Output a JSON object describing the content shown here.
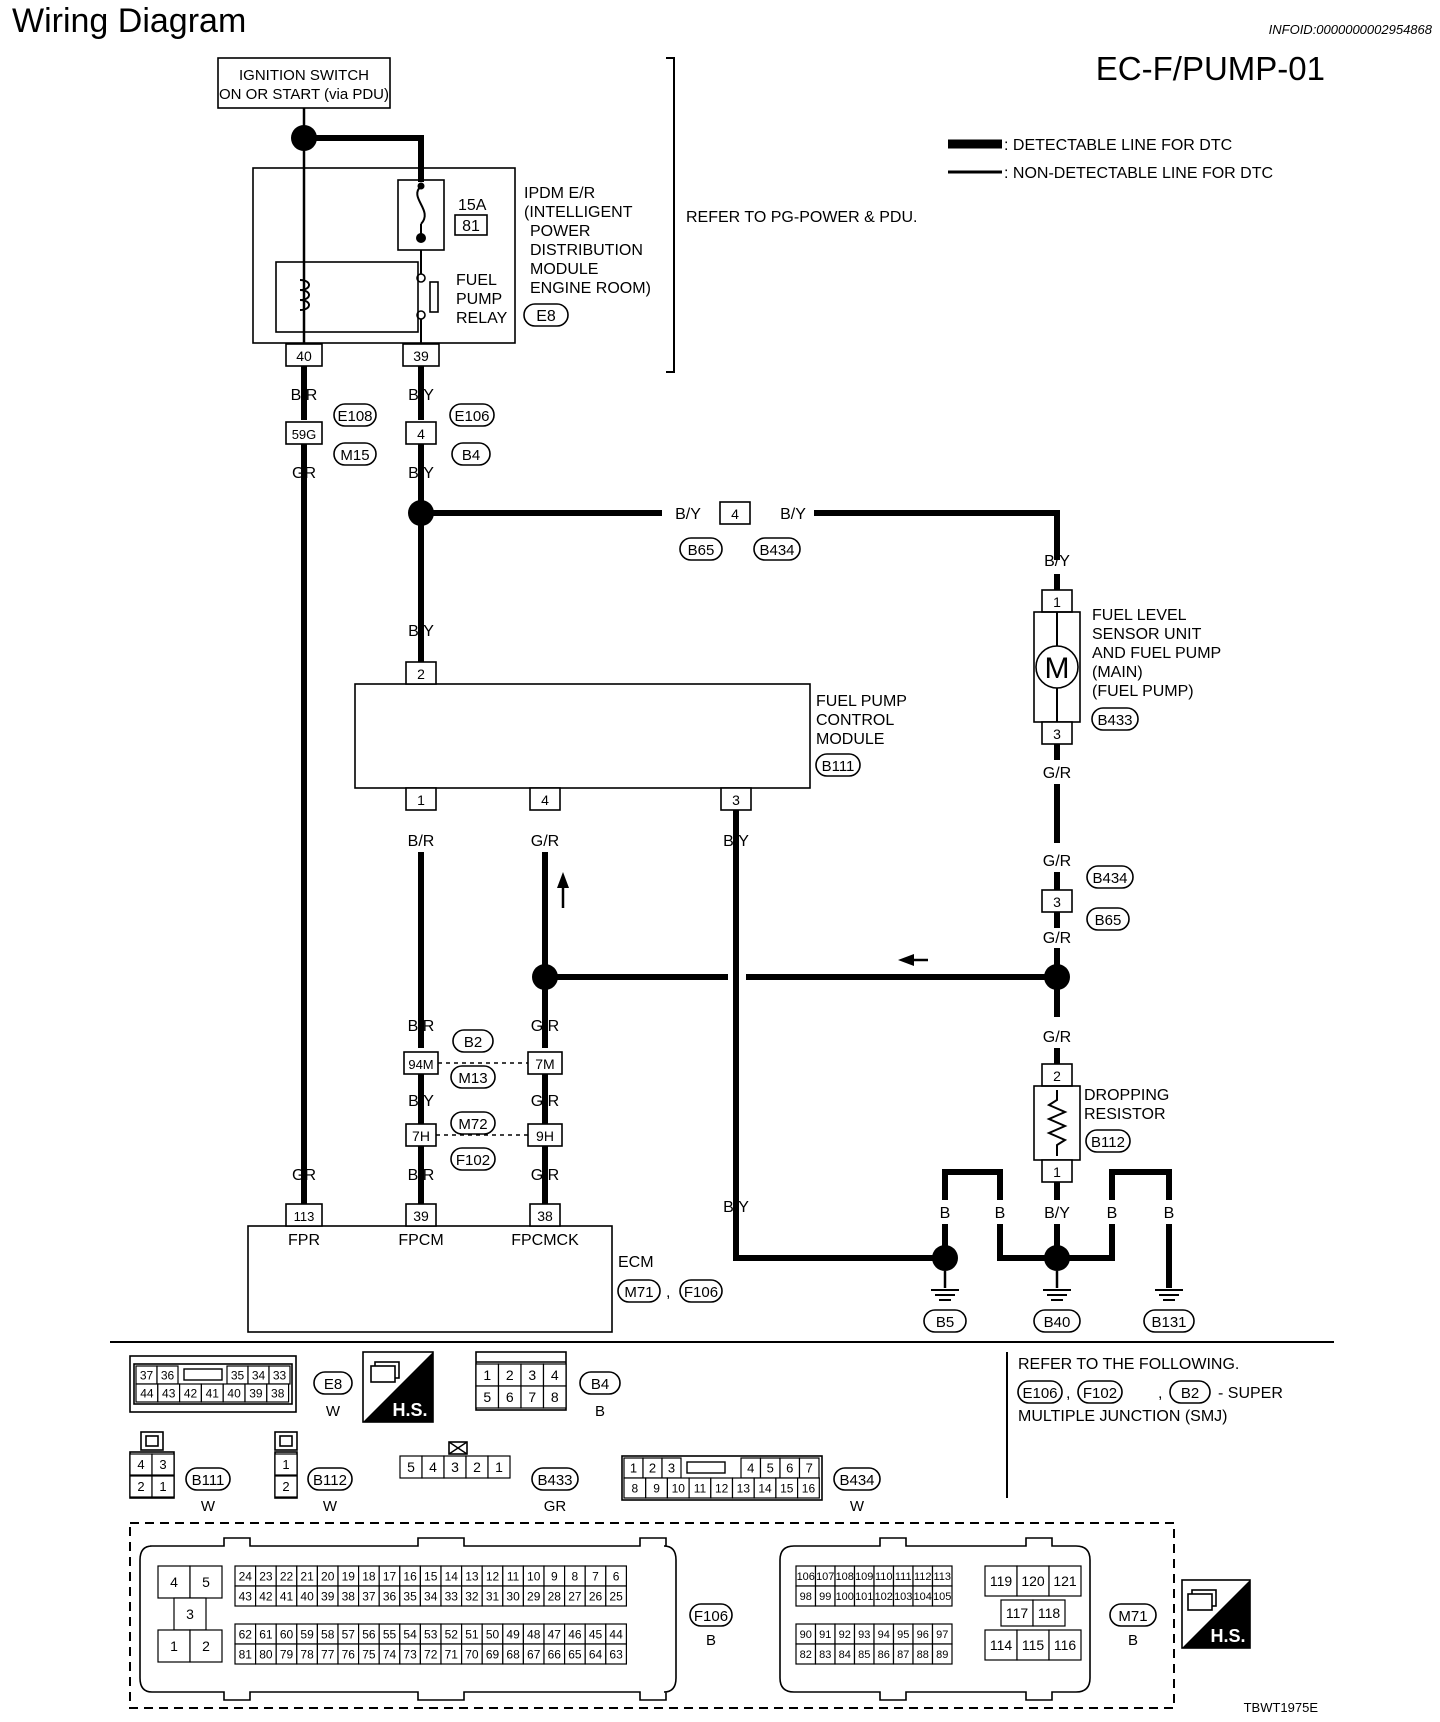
{
  "header": {
    "title": "Wiring Diagram",
    "info_id": "INFOID:0000000002954868",
    "diagram_code": "EC-F/PUMP-01",
    "legend": {
      "detectable": ": DETECTABLE LINE FOR DTC",
      "non_detectable": ": NON-DETECTABLE LINE FOR DTC"
    },
    "footer_code": "TBWT1975E"
  },
  "ignition": {
    "line1": "IGNITION SWITCH",
    "line2": "ON OR START (via PDU)"
  },
  "ipdm": {
    "lines": [
      "IPDM E/R",
      "(INTELLIGENT",
      "POWER",
      "DISTRIBUTION",
      "MODULE",
      "ENGINE ROOM)"
    ],
    "connector": "E8",
    "fuse_amp": "15A",
    "fuse_num": "81",
    "relay_lines": [
      "FUEL",
      "PUMP",
      "RELAY"
    ],
    "pin_left": "40",
    "pin_right": "39",
    "refer": "REFER TO PG-POWER & PDU."
  },
  "wires": {
    "br": "B/R",
    "by": "B/Y",
    "gr_wire": "GR",
    "g_r": "G/R",
    "b": "B"
  },
  "joints": {
    "e108": "E108",
    "m15": "M15",
    "pin_59g": "59G",
    "e106": "E106",
    "b4": "B4",
    "pin_4": "4",
    "b65": "B65",
    "b434": "B434",
    "pin_3": "3",
    "b2": "B2",
    "m13": "M13",
    "pin_94m": "94M",
    "pin_7m": "7M",
    "m72": "M72",
    "f102": "F102",
    "pin_7h": "7H",
    "pin_9h": "9H"
  },
  "fpcm": {
    "lines": [
      "FUEL PUMP",
      "CONTROL",
      "MODULE"
    ],
    "connector": "B111",
    "pin_top": "2",
    "pin1": "1",
    "pin4": "4",
    "pin3": "3"
  },
  "fuel_pump": {
    "lines": [
      "FUEL LEVEL",
      "SENSOR UNIT",
      "AND FUEL PUMP",
      "(MAIN)",
      "(FUEL PUMP)"
    ],
    "connector": "B433",
    "motor": "M",
    "pin_top": "1",
    "pin_bot": "3"
  },
  "resistor": {
    "lines": [
      "DROPPING",
      "RESISTOR"
    ],
    "connector": "B112",
    "pin_top": "2",
    "pin_bot": "1"
  },
  "ecm": {
    "label": "ECM",
    "conn1": "M71",
    "conn2": "F106",
    "sep": ",",
    "pins": [
      {
        "num": "113",
        "name": "FPR"
      },
      {
        "num": "39",
        "name": "FPCM"
      },
      {
        "num": "38",
        "name": "FPCMCK"
      }
    ]
  },
  "grounds": [
    "B5",
    "B40",
    "B131"
  ],
  "connectors": {
    "e8": {
      "id": "E8",
      "color": "W",
      "top": [
        "37",
        "36",
        "35",
        "34",
        "33"
      ],
      "bottom": [
        "44",
        "43",
        "42",
        "41",
        "40",
        "39",
        "38"
      ]
    },
    "hs": "H.S.",
    "b4": {
      "id": "B4",
      "color": "B",
      "top": [
        "1",
        "2",
        "3",
        "4"
      ],
      "bottom": [
        "5",
        "6",
        "7",
        "8"
      ]
    },
    "b111": {
      "id": "B111",
      "color": "W",
      "top": [
        "4",
        "3"
      ],
      "bottom": [
        "2",
        "1"
      ]
    },
    "b112": {
      "id": "B112",
      "color": "W",
      "pins": [
        "1",
        "2"
      ]
    },
    "b433": {
      "id": "B433",
      "color": "GR",
      "pins": [
        "5",
        "4",
        "3",
        "2",
        "1"
      ]
    },
    "b434": {
      "id": "B434",
      "color": "W",
      "top": [
        "1",
        "2",
        "3",
        "4",
        "5",
        "6",
        "7"
      ],
      "bottom": [
        "8",
        "9",
        "10",
        "11",
        "12",
        "13",
        "14",
        "15",
        "16"
      ]
    },
    "f106": {
      "id": "F106",
      "color": "B",
      "left": [
        "4",
        "5",
        "3",
        "1",
        "2"
      ],
      "r1": [
        "24",
        "23",
        "22",
        "21",
        "20",
        "19",
        "18",
        "17",
        "16",
        "15",
        "14",
        "13",
        "12",
        "11",
        "10",
        "9",
        "8",
        "7",
        "6"
      ],
      "r2": [
        "43",
        "42",
        "41",
        "40",
        "39",
        "38",
        "37",
        "36",
        "35",
        "34",
        "33",
        "32",
        "31",
        "30",
        "29",
        "28",
        "27",
        "26",
        "25"
      ],
      "r3": [
        "62",
        "61",
        "60",
        "59",
        "58",
        "57",
        "56",
        "55",
        "54",
        "53",
        "52",
        "51",
        "50",
        "49",
        "48",
        "47",
        "46",
        "45",
        "44"
      ],
      "r4": [
        "81",
        "80",
        "79",
        "78",
        "77",
        "76",
        "75",
        "74",
        "73",
        "72",
        "71",
        "70",
        "69",
        "68",
        "67",
        "66",
        "65",
        "64",
        "63"
      ]
    },
    "m71": {
      "id": "M71",
      "color": "B",
      "r1": [
        "106",
        "107",
        "108",
        "109",
        "110",
        "111",
        "112",
        "113"
      ],
      "r2": [
        "98",
        "99",
        "100",
        "101",
        "102",
        "103",
        "104",
        "105"
      ],
      "r3": [
        "90",
        "91",
        "92",
        "93",
        "94",
        "95",
        "96",
        "97"
      ],
      "r4": [
        "82",
        "83",
        "84",
        "85",
        "86",
        "87",
        "88",
        "89"
      ],
      "right_top": [
        "119",
        "120",
        "121"
      ],
      "right_mid": [
        "117",
        "118"
      ],
      "right_bot": [
        "114",
        "115",
        "116"
      ]
    }
  },
  "refer_following": {
    "title": "REFER TO THE FOLLOWING.",
    "c1": "E106",
    "c2": "F102",
    "c3": "B2",
    "suffix": "- SUPER",
    "line2": "MULTIPLE JUNCTION (SMJ)",
    "sep": ","
  }
}
